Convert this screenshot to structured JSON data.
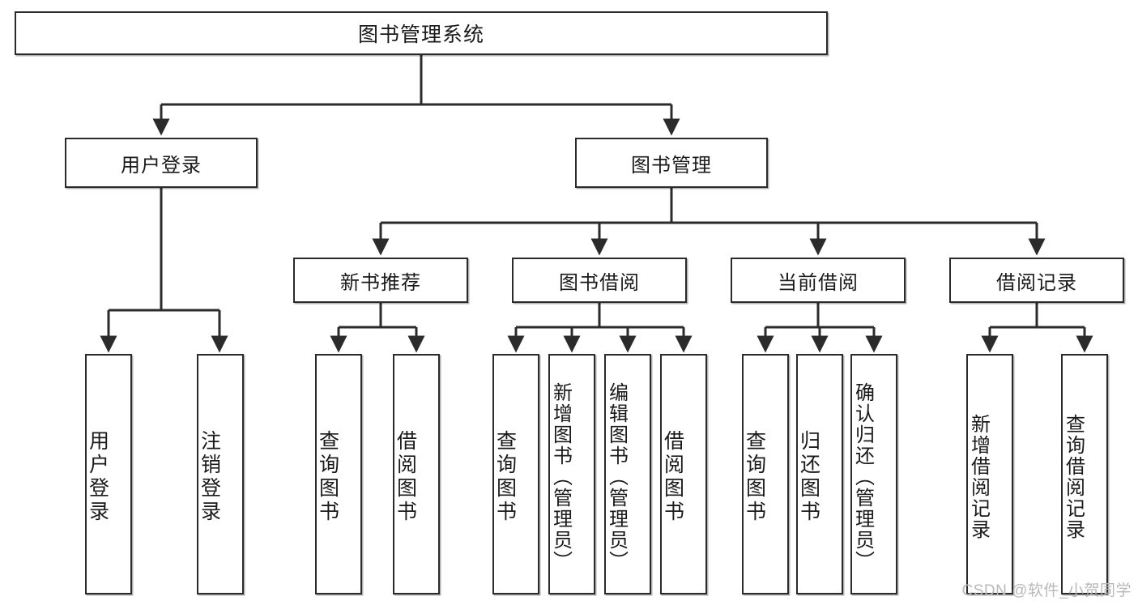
{
  "diagram": {
    "type": "tree-hierarchy-flowchart",
    "title": "图书管理系统",
    "colors": {
      "box_border": "#2b2b2b",
      "box_fill": "#ffffff",
      "edge": "#2b2b2b",
      "text": "#1a1a1a",
      "watermark": "#b9b9b9",
      "background": "#ffffff"
    },
    "root": {
      "label": "图书管理系统"
    },
    "level2": [
      {
        "label": "用户登录"
      },
      {
        "label": "图书管理"
      }
    ],
    "level3": [
      {
        "label": "新书推荐"
      },
      {
        "label": "图书借阅"
      },
      {
        "label": "当前借阅"
      },
      {
        "label": "借阅记录"
      }
    ],
    "leaves": {
      "user_login": [
        {
          "label": "用户登录"
        },
        {
          "label": "注销登录"
        }
      ],
      "new_book_recommend": [
        {
          "label": "查询图书"
        },
        {
          "label": "借阅图书"
        }
      ],
      "book_borrow": [
        {
          "label": "查询图书"
        },
        {
          "label": "新增图书（管理员）"
        },
        {
          "label": "编辑图书（管理员）"
        },
        {
          "label": "借阅图书"
        }
      ],
      "current_borrow": [
        {
          "label": "查询图书"
        },
        {
          "label": "归还图书"
        },
        {
          "label": "确认归还（管理员）"
        }
      ],
      "borrow_record": [
        {
          "label": "新增借阅记录"
        },
        {
          "label": "查询借阅记录"
        }
      ]
    }
  },
  "watermark": {
    "text": "CSDN @软件_小贺同学"
  }
}
